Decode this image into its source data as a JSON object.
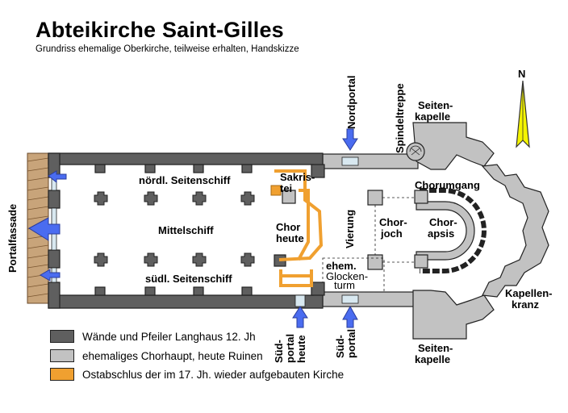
{
  "header": {
    "title": "Abteikirche Saint-Gilles",
    "subtitle": "Grundriss ehemalige Oberkirche, teilweise erhalten, Handskizze"
  },
  "compass": {
    "label": "N"
  },
  "labels": {
    "portalfassade": "Portalfassade",
    "noerdl_seitenschiff": "nördl. Seitenschiff",
    "mittelschiff": "Mittelschiff",
    "suedl_seitenschiff": "südl. Seitenschiff",
    "sakristei_1": "Sakris-",
    "sakristei_2": "tei",
    "chor_heute_1": "Chor",
    "chor_heute_2": "heute",
    "vierung": "Vierung",
    "chorjoch_1": "Chor-",
    "chorjoch_2": "joch",
    "chorapsis_1": "Chor-",
    "chorapsis_2": "apsis",
    "chorumgang": "Chorumgang",
    "ehem_glockenturm_1": "ehem.",
    "ehem_glockenturm_2": "Glocken-",
    "ehem_glockenturm_3": "turm",
    "nordportal": "Nordportal",
    "spindeltreppe": "Spindeltreppe",
    "seitenkapelle_n_1": "Seiten-",
    "seitenkapelle_n_2": "kapelle",
    "seitenkapelle_s_1": "Seiten-",
    "seitenkapelle_s_2": "kapelle",
    "kapellenkranz_1": "Kapellen-",
    "kapellenkranz_2": "kranz",
    "suedportal_heute_1": "Süd-",
    "suedportal_heute_2": "portal",
    "suedportal_heute_3": "heute",
    "suedportal_1": "Süd-",
    "suedportal_2": "portal"
  },
  "legend": [
    {
      "label": "Wände und Pfeiler Langhaus 12. Jh",
      "color": "#5f5f5f"
    },
    {
      "label": "ehemaliges Chorhaupt, heute Ruinen",
      "color": "#c2c2c2"
    },
    {
      "label": "Ostabschlus der im 17. Jh. wieder aufgebauten Kirche",
      "color": "#f0a030"
    }
  ],
  "colors": {
    "wall_dark": "#5f5f5f",
    "ruin_light": "#c2c2c2",
    "orange": "#f0a030",
    "arrow_blue": "#4a6cf0",
    "compass_yellow": "#f4f400",
    "facade_brown": "#c8a47a"
  }
}
